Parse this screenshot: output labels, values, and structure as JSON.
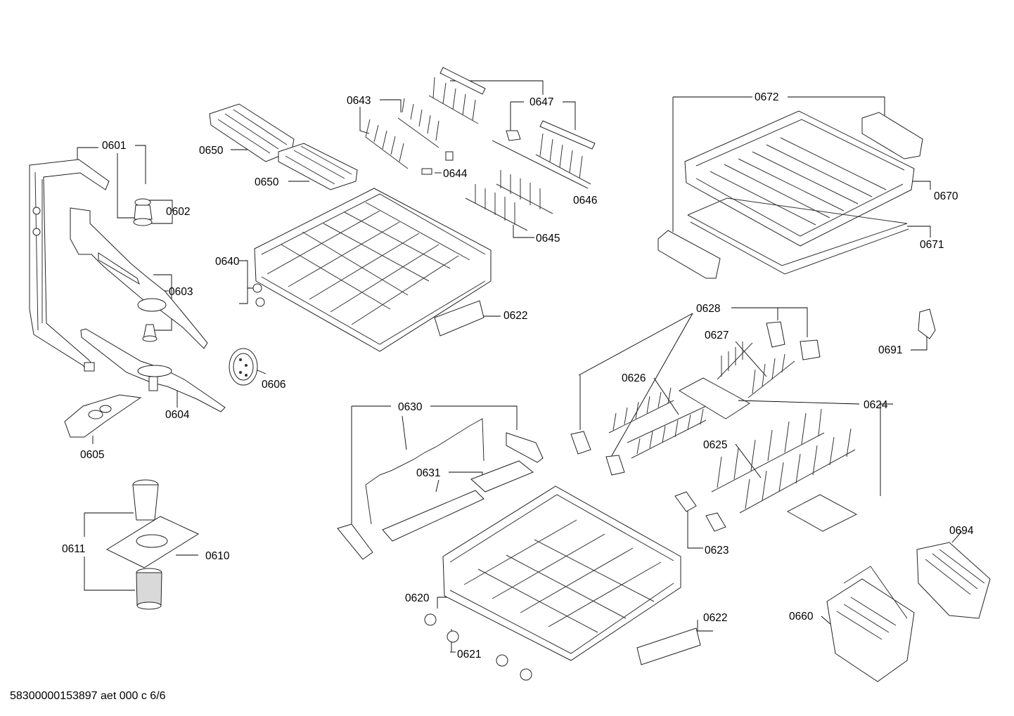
{
  "document_id": "58300000153897 aet 000 c 6/6",
  "labels": {
    "p0601": "0601",
    "p0602": "0602",
    "p0603": "0603",
    "p0604": "0604",
    "p0605": "0605",
    "p0606": "0606",
    "p0610": "0610",
    "p0611": "0611",
    "p0620": "0620",
    "p0621": "0621",
    "p0622a": "0622",
    "p0622b": "0622",
    "p0623": "0623",
    "p0624": "0624",
    "p0625": "0625",
    "p0626": "0626",
    "p0627": "0627",
    "p0628": "0628",
    "p0630": "0630",
    "p0631": "0631",
    "p0640": "0640",
    "p0643": "0643",
    "p0644": "0644",
    "p0645": "0645",
    "p0646": "0646",
    "p0647": "0647",
    "p0650a": "0650",
    "p0650b": "0650",
    "p0660": "0660",
    "p0670": "0670",
    "p0671": "0671",
    "p0672": "0672",
    "p0691": "0691",
    "p0694": "0694"
  }
}
